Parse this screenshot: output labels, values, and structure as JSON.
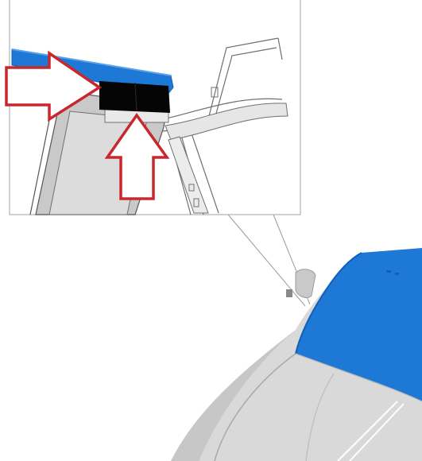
{
  "figure": {
    "description_visible_text": "",
    "callout": {
      "arrows": [
        {
          "name": "left-arrow",
          "direction": "right"
        },
        {
          "name": "bottom-arrow",
          "direction": "up"
        }
      ]
    },
    "colors": {
      "background": "#ffffff",
      "callout_border": "#b5b5b5",
      "windshield_blue": "#1e78d6",
      "windshield_edge": "#0f5fb8",
      "car_body": "#d9d9d9",
      "car_shadow": "#bdbdbd",
      "line_art": "#6f6f6f",
      "highlight_red": "#c8282d",
      "sensor_black": "#050505",
      "light_gray": "#e8e8e8"
    }
  }
}
